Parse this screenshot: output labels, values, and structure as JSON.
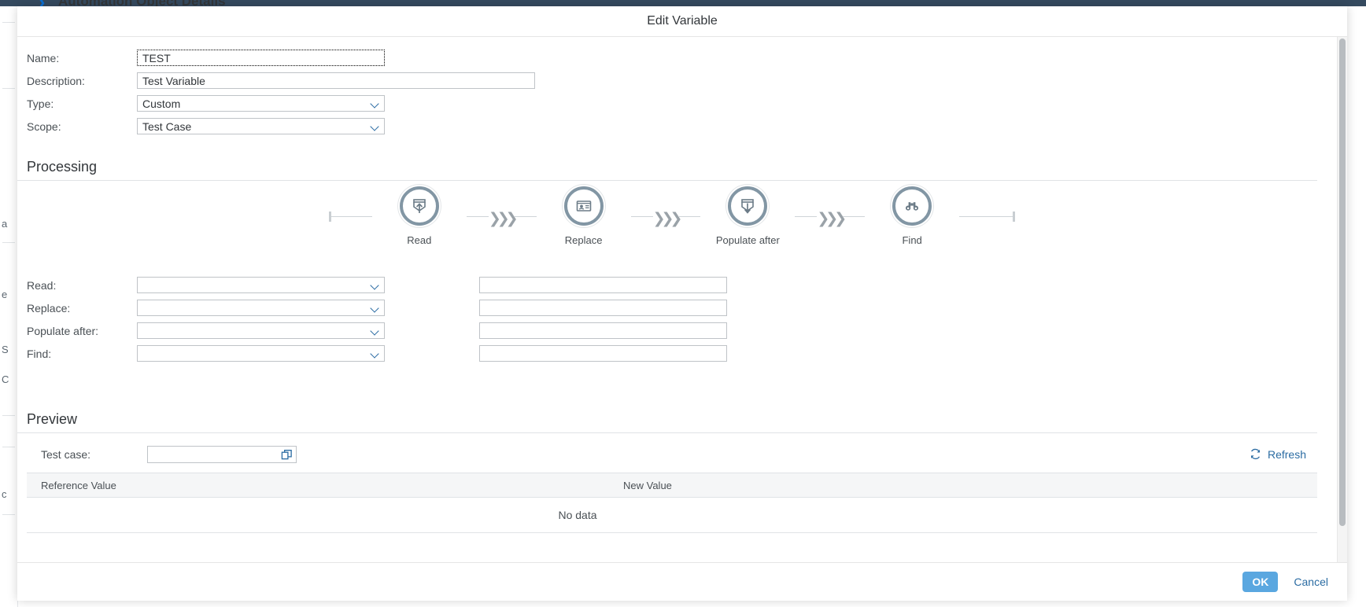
{
  "background": {
    "app_title": "Automation Object Details",
    "chevron_icon": "chevron-right-icon"
  },
  "dialog": {
    "title": "Edit Variable",
    "footer": {
      "ok_label": "OK",
      "cancel_label": "Cancel"
    }
  },
  "form": {
    "fields": [
      {
        "label": "Name:",
        "value": "TEST",
        "type": "text",
        "focused": true
      },
      {
        "label": "Description:",
        "value": "Test Variable",
        "type": "text",
        "focused": false
      },
      {
        "label": "Type:",
        "value": "Custom",
        "type": "select",
        "focused": false
      },
      {
        "label": "Scope:",
        "value": "Test Case",
        "type": "select",
        "focused": false
      }
    ]
  },
  "processing": {
    "section_title": "Processing",
    "nodes": [
      {
        "label": "Read",
        "icon": "upload-to-tray-icon"
      },
      {
        "label": "Replace",
        "icon": "id-card-icon"
      },
      {
        "label": "Populate after",
        "icon": "download-from-tray-icon"
      },
      {
        "label": "Find",
        "icon": "binoculars-icon"
      }
    ],
    "connector_icon": "triple-chevron-right-icon",
    "mapping_rows": [
      {
        "label": "Read:",
        "select_value": "",
        "text_value": ""
      },
      {
        "label": "Replace:",
        "select_value": "",
        "text_value": ""
      },
      {
        "label": "Populate after:",
        "select_value": "",
        "text_value": ""
      },
      {
        "label": "Find:",
        "select_value": "",
        "text_value": ""
      }
    ]
  },
  "preview": {
    "section_title": "Preview",
    "testcase_label": "Test case:",
    "testcase_value": "",
    "value_help_icon": "value-help-icon",
    "refresh_label": "Refresh",
    "refresh_icon": "refresh-icon",
    "table": {
      "columns": [
        "Reference Value",
        "New Value"
      ],
      "empty_text": "No data",
      "rows": []
    }
  },
  "colors": {
    "shell_bar": "#354a5f",
    "accent_link": "#2b6ca3",
    "ok_button": "#5aa7e0",
    "flow_node_ring": "#8296a4",
    "border": "#bfc3c7",
    "table_header_bg": "#f5f6f7"
  }
}
